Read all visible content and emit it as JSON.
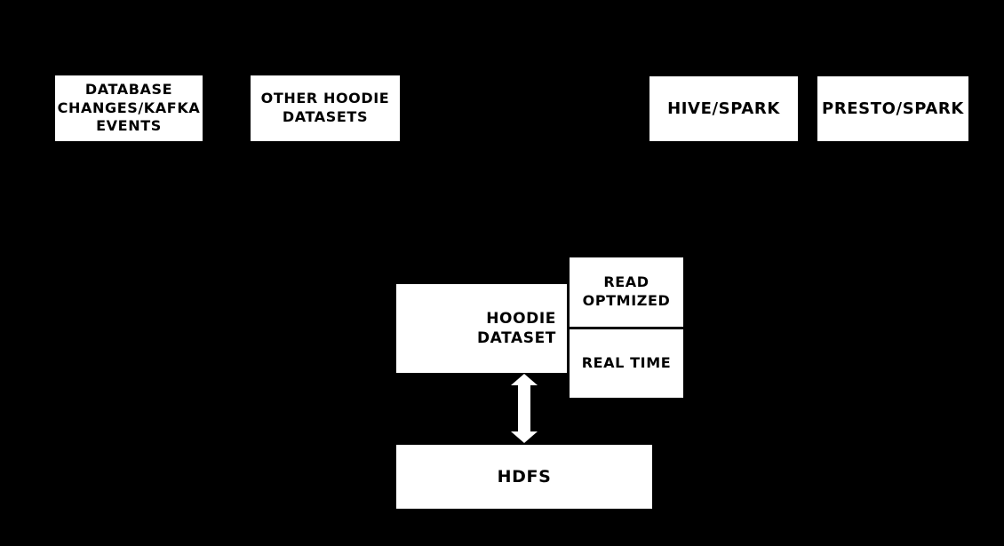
{
  "diagram": {
    "background_color": "#000000",
    "box_fill_color": "#ffffff",
    "box_text_color": "#000000",
    "arrow_color": "#ffffff",
    "boxes": {
      "database_events": "DATABASE\nCHANGES/KAFKA\nEVENTS",
      "other_hoodie_datasets": "OTHER HOODIE\nDATASETS",
      "hive_spark": "HIVE/SPARK",
      "presto_spark": "PRESTO/SPARK",
      "hoodie_dataset": "HOODIE\nDATASET",
      "read_optimized": "READ\nOPTMIZED",
      "real_time": "REAL TIME",
      "hdfs": "HDFS"
    },
    "icons": {
      "hdfs_sync_arrow": "double-headed-vertical-arrow"
    }
  }
}
